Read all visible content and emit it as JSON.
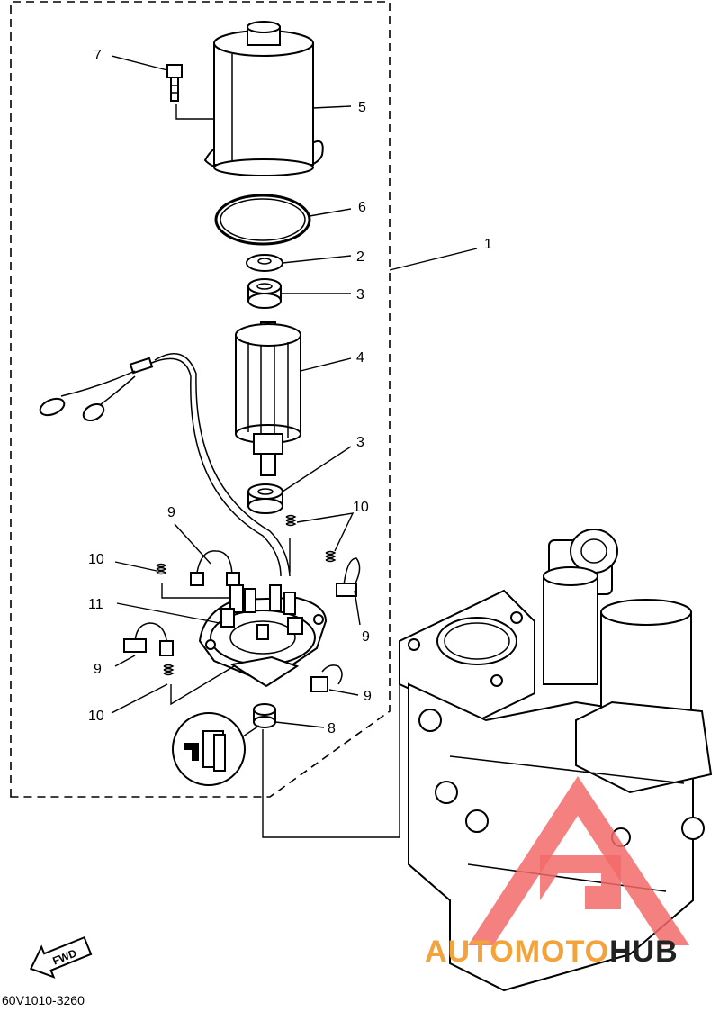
{
  "callouts": {
    "c1": "1",
    "c2": "2",
    "c3a": "3",
    "c3b": "3",
    "c4": "4",
    "c5": "5",
    "c6": "6",
    "c7": "7",
    "c8": "8",
    "c9a": "9",
    "c9b": "9",
    "c9c": "9",
    "c9d": "9",
    "c10a": "10",
    "c10b": "10",
    "c10c": "10",
    "c11": "11"
  },
  "fwd_label": "FWD",
  "drawing_code": "60V1010-3260",
  "watermark": {
    "part1": "AUTOMOTO",
    "part2": "HUB"
  },
  "colors": {
    "line": "#000000",
    "watermark_red": "#f26a6a",
    "watermark_orange": "#f4a23a"
  }
}
